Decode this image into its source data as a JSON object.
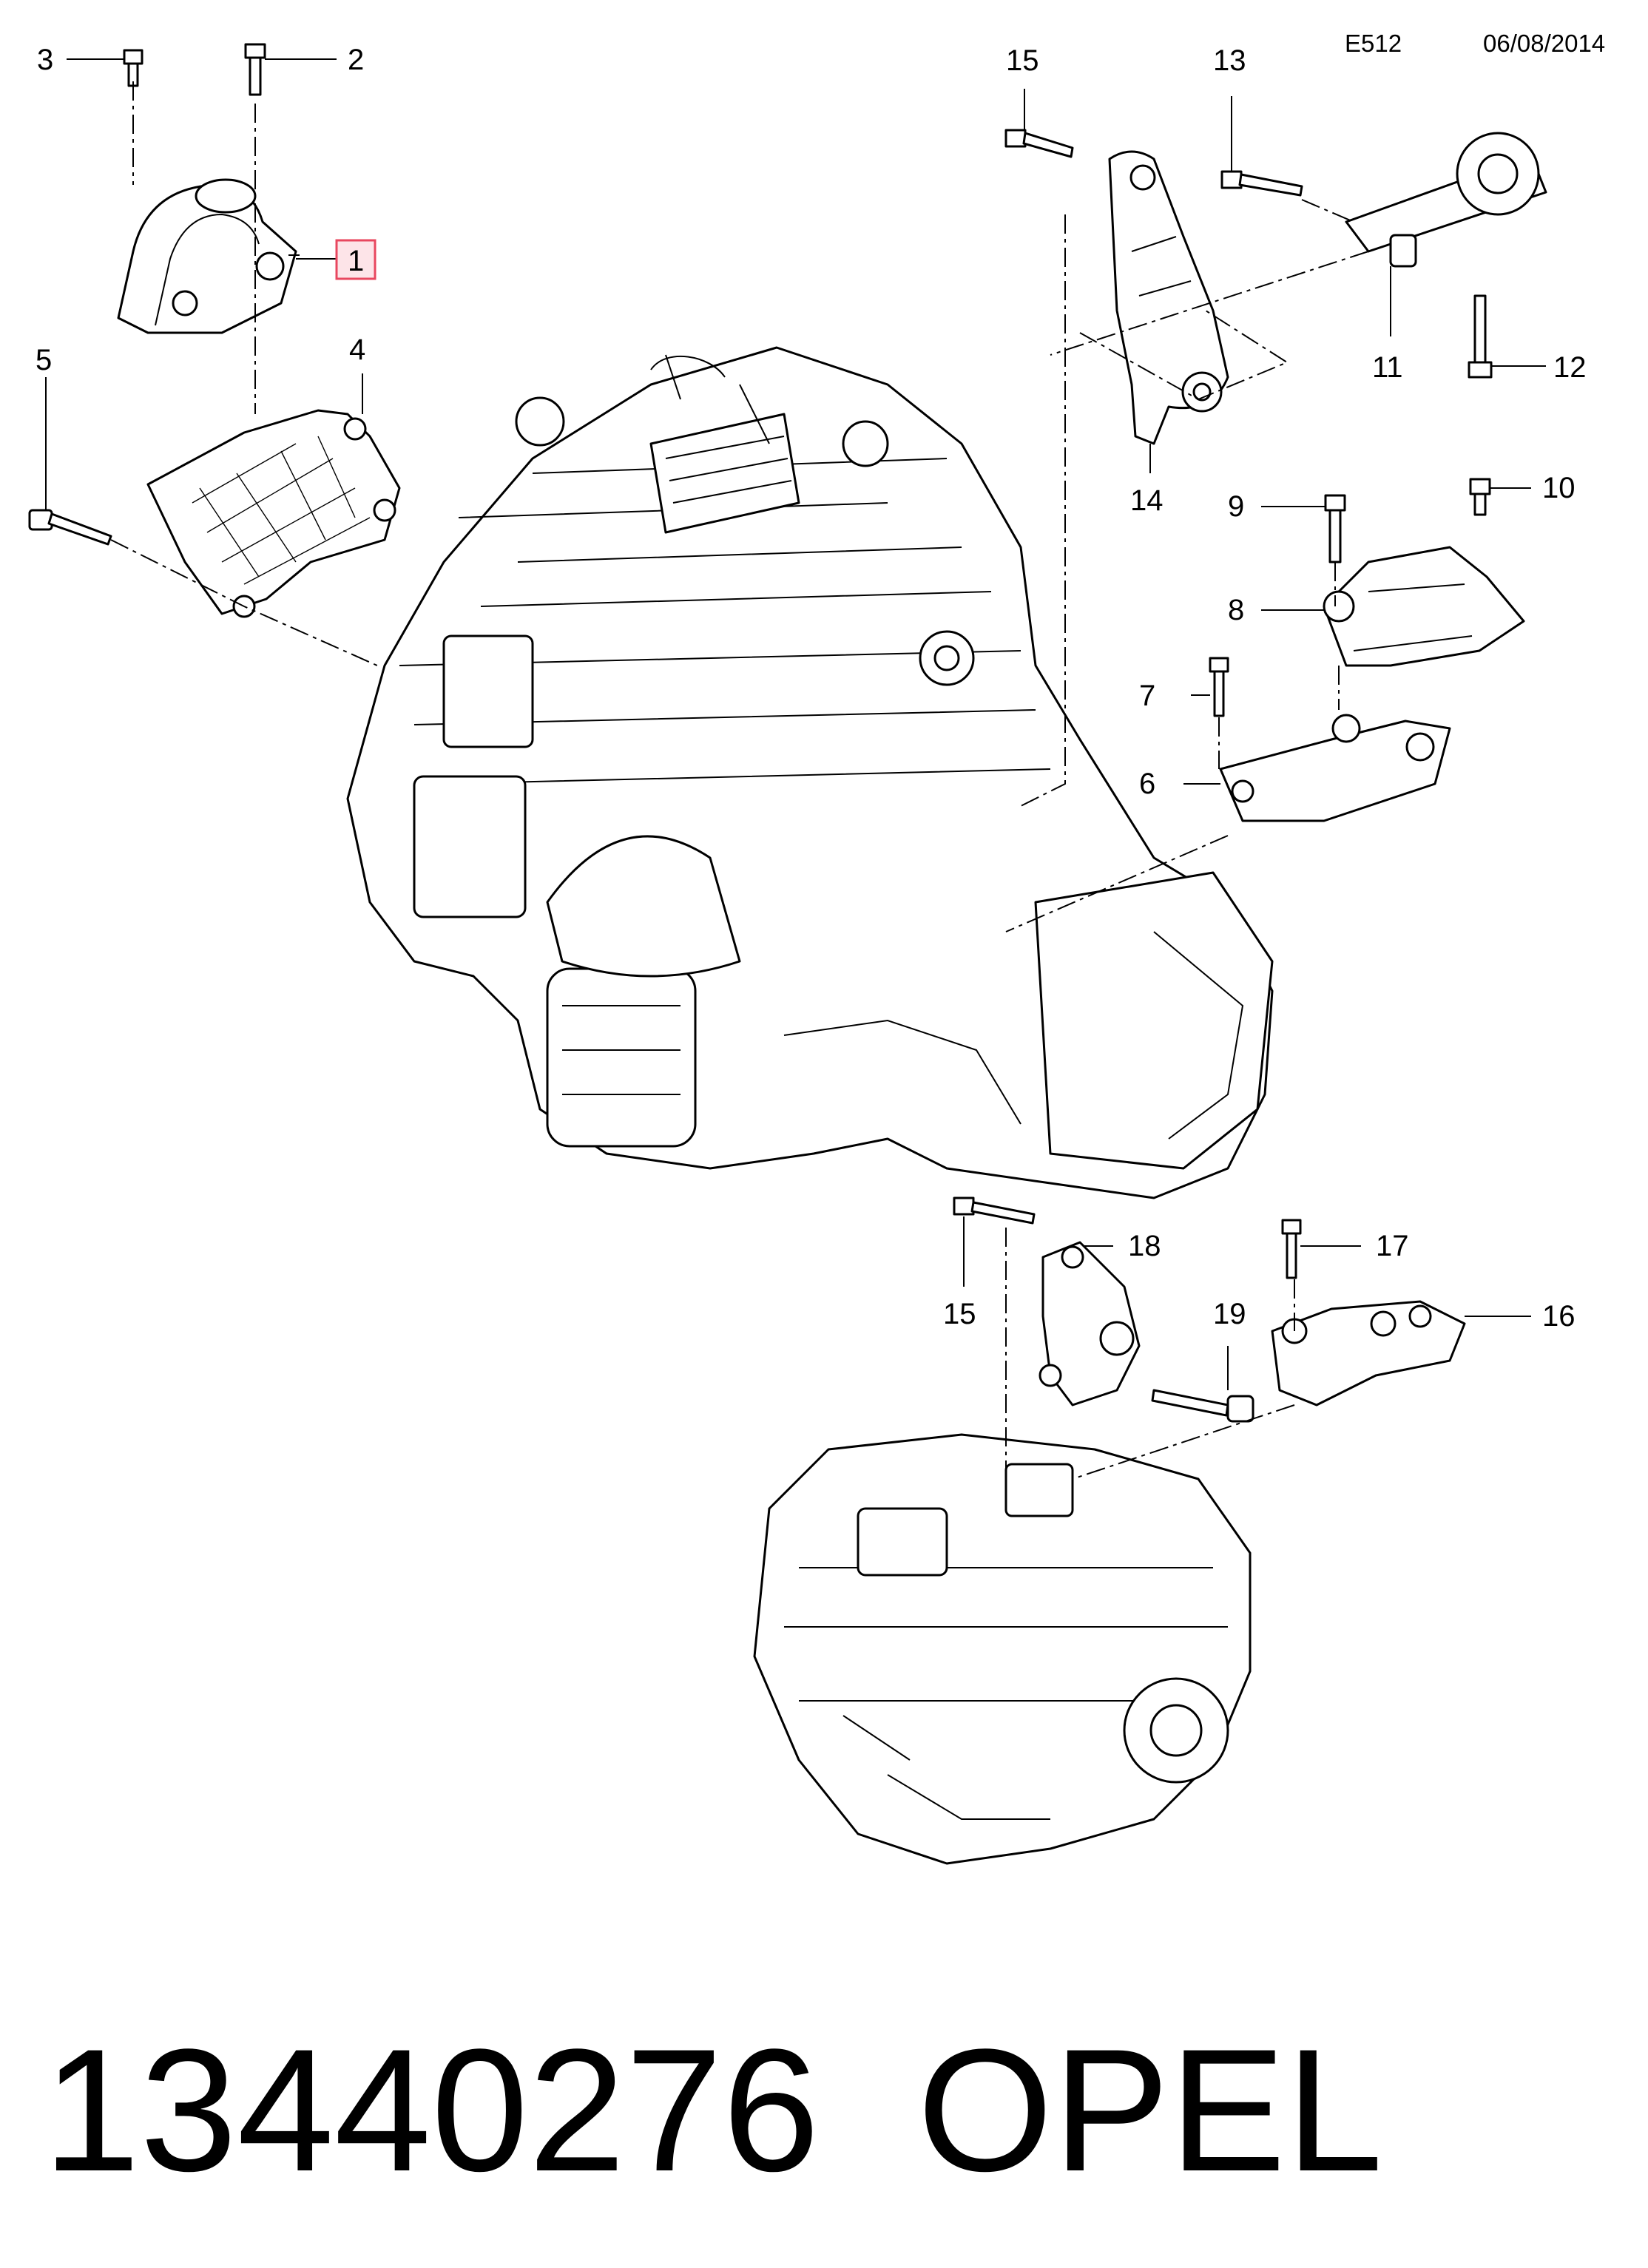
{
  "header": {
    "code": "E512",
    "date": "06/08/2014"
  },
  "callouts": {
    "c1": "1",
    "c2": "2",
    "c3": "3",
    "c4": "4",
    "c5": "5",
    "c6": "6",
    "c7": "7",
    "c8": "8",
    "c9": "9",
    "c10": "10",
    "c11": "11",
    "c12": "12",
    "c13": "13",
    "c14": "14",
    "c15a": "15",
    "c15b": "15",
    "c16": "16",
    "c17": "17",
    "c18": "18",
    "c19": "19"
  },
  "highlighted_callout": "1",
  "highlight_color": "#e8475f",
  "footer": {
    "part_number": "13440276",
    "brand": "OPEL"
  }
}
